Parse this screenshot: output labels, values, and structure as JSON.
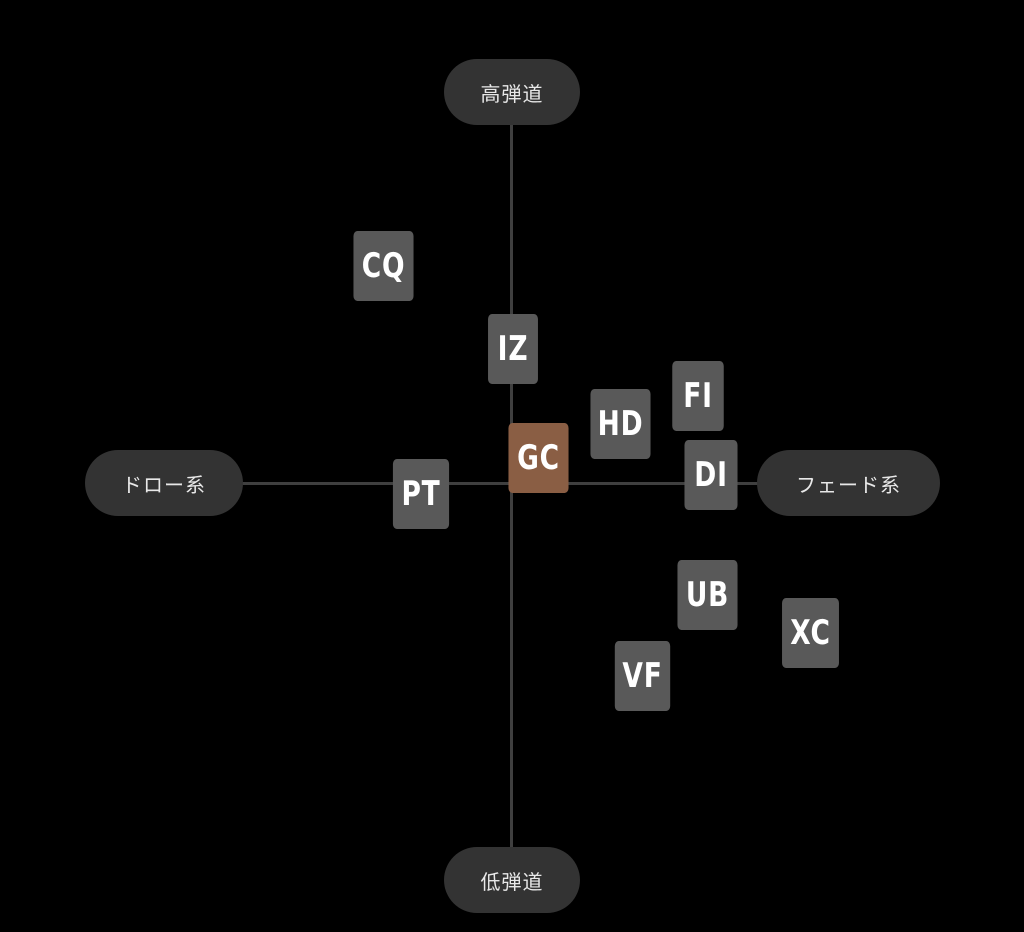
{
  "axes": {
    "top": "高弾道",
    "bottom": "低弾道",
    "left": "ドロー系",
    "right": "フェード系"
  },
  "items": [
    {
      "code": "CQ"
    },
    {
      "code": "IZ"
    },
    {
      "code": "FI"
    },
    {
      "code": "HD"
    },
    {
      "code": "GC",
      "highlight": true
    },
    {
      "code": "DI"
    },
    {
      "code": "PT"
    },
    {
      "code": "UB"
    },
    {
      "code": "XC"
    },
    {
      "code": "VF"
    }
  ],
  "colors": {
    "background": "#000000",
    "tile": "#595959",
    "highlight_tile": "#8a5e44",
    "pill": "#333333",
    "axis": "#3f3f3f"
  }
}
